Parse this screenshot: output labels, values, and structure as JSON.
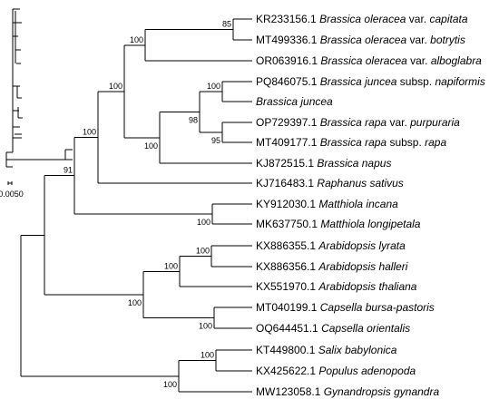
{
  "scale_bar": {
    "label": "0.0050"
  },
  "taxa": [
    {
      "accession": "KR233156.1",
      "name": [
        [
          "Brassica oleracea",
          true
        ],
        [
          " var. ",
          false
        ],
        [
          "capitata",
          true
        ]
      ]
    },
    {
      "accession": "MT499336.1",
      "name": [
        [
          "Brassica oleracea",
          true
        ],
        [
          " var. ",
          false
        ],
        [
          "botrytis",
          true
        ]
      ]
    },
    {
      "accession": "OR063916.1",
      "name": [
        [
          "Brassica oleracea",
          true
        ],
        [
          " var. ",
          false
        ],
        [
          "alboglabra",
          true
        ]
      ]
    },
    {
      "accession": "PQ846075.1",
      "name": [
        [
          "Brassica juncea",
          true
        ],
        [
          " subsp. ",
          false
        ],
        [
          "napiformis",
          true
        ]
      ]
    },
    {
      "accession": "",
      "name": [
        [
          "Brassica juncea",
          true
        ]
      ]
    },
    {
      "accession": "OP729397.1",
      "name": [
        [
          "Brassica rapa",
          true
        ],
        [
          " var. ",
          false
        ],
        [
          "purpuraria",
          true
        ]
      ]
    },
    {
      "accession": "MT409177.1",
      "name": [
        [
          "Brassica rapa",
          true
        ],
        [
          " subsp. ",
          false
        ],
        [
          "rapa",
          true
        ]
      ]
    },
    {
      "accession": "KJ872515.1",
      "name": [
        [
          "Brassica napus",
          true
        ]
      ]
    },
    {
      "accession": "KJ716483.1",
      "name": [
        [
          "Raphanus sativus",
          true
        ]
      ]
    },
    {
      "accession": "KY912030.1",
      "name": [
        [
          "Matthiola incana",
          true
        ]
      ]
    },
    {
      "accession": "MK637750.1",
      "name": [
        [
          "Matthiola longipetala",
          true
        ]
      ]
    },
    {
      "accession": "KX886355.1",
      "name": [
        [
          "Arabidopsis lyrata",
          true
        ]
      ]
    },
    {
      "accession": "KX886356.1",
      "name": [
        [
          "Arabidopsis halleri",
          true
        ]
      ]
    },
    {
      "accession": "KX551970.1",
      "name": [
        [
          "Arabidopsis thaliana",
          true
        ]
      ]
    },
    {
      "accession": "MT040199.1",
      "name": [
        [
          "Capsella bursa-pastoris",
          true
        ]
      ]
    },
    {
      "accession": "OQ644451.1",
      "name": [
        [
          "Capsella orientalis",
          true
        ]
      ]
    },
    {
      "accession": "KT449800.1",
      "name": [
        [
          "Salix babylonica",
          true
        ]
      ]
    },
    {
      "accession": "KX425622.1",
      "name": [
        [
          "Populus adenopoda",
          true
        ]
      ]
    },
    {
      "accession": "MW123058.1",
      "name": [
        [
          "Gynandropsis gynandra",
          true
        ]
      ]
    }
  ],
  "support_values": [
    "85",
    "100",
    "100",
    "95",
    "98",
    "100",
    "100",
    "100",
    "91",
    "100",
    "100",
    "100",
    "100",
    "100",
    "100"
  ]
}
